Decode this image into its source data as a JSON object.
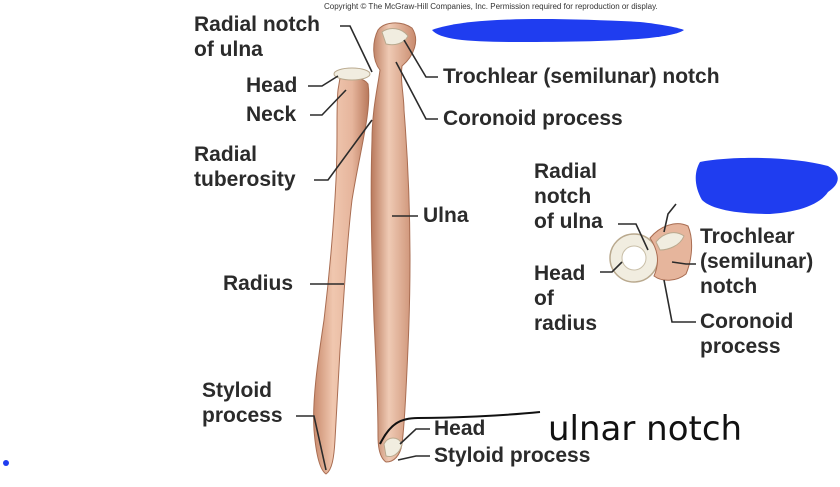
{
  "copyright": "Copyright © The McGraw-Hill Companies, Inc. Permission required for reproduction or display.",
  "labels": {
    "radial_notch_of_ulna": [
      "Radial notch",
      "of ulna"
    ],
    "head": "Head",
    "neck": "Neck",
    "radial_tuberosity": [
      "Radial",
      "tuberosity"
    ],
    "radius": "Radius",
    "styloid_process_left": [
      "Styloid",
      "process"
    ],
    "trochlear_notch": "Trochlear (semilunar) notch",
    "coronoid_process": "Coronoid process",
    "ulna": "Ulna",
    "head_of_ulna": "Head",
    "styloid_process_ulna": "Styloid process"
  },
  "inset_labels": {
    "radial_notch_of_ulna": [
      "Radial",
      "notch",
      "of ulna"
    ],
    "head_of_radius": [
      "Head",
      "of",
      "radius"
    ],
    "trochlear_notch": [
      "Trochlear",
      "(semilunar)",
      "notch"
    ],
    "coronoid_process": [
      "Coronoid",
      "process"
    ]
  },
  "annotation": {
    "handwritten": "ulnar notch"
  },
  "colors": {
    "bone_fill": "#e6b59c",
    "bone_shadow": "#c98b6e",
    "cartilage": "#f1ede0",
    "scribble": "#1f3df0",
    "label_text": "#2b2b2b"
  }
}
